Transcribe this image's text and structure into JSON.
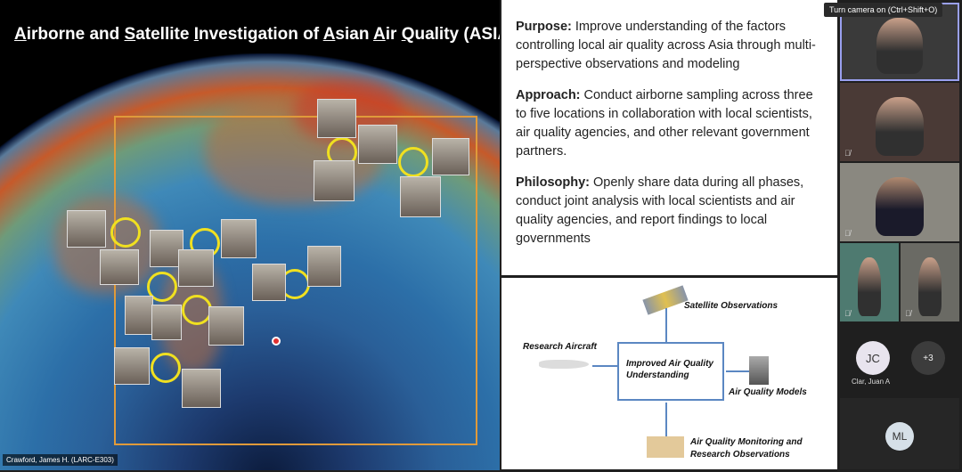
{
  "slide": {
    "title_parts": [
      [
        "A",
        "irborne and "
      ],
      [
        "S",
        "atellite "
      ],
      [
        "I",
        "nvestigation of "
      ],
      [
        "A",
        "sian "
      ],
      [
        "A",
        "ir "
      ],
      [
        "Q",
        "uality (ASIA-AQ)"
      ]
    ],
    "title": "Airborne and Satellite Investigation of Asian Air Quality (ASIA-AQ)",
    "paragraphs": [
      {
        "label": "Purpose:",
        "text": " Improve understanding of the factors controlling local air quality across Asia through multi-perspective observations and modeling"
      },
      {
        "label": "Approach:",
        "text": " Conduct airborne sampling across three to five locations in collaboration with local scientists, air quality agencies, and other relevant government partners."
      },
      {
        "label": "Philosophy:",
        "text": " Openly share data during all phases, conduct joint analysis with local scientists and air quality agencies, and report findings to local governments"
      }
    ],
    "diagram": {
      "center": "Improved Air Quality Understanding",
      "satellite": "Satellite Observations",
      "aircraft": "Research Aircraft",
      "models": "Air Quality Models",
      "monitoring": "Air Quality Monitoring and Research Observations"
    }
  },
  "presenter_tag": "Crawford, James H. (LARC-E303)",
  "tooltip": "Turn camera on (Ctrl+Shift+O)",
  "participants": {
    "jc_initials": "JC",
    "jc_name": "Clar, Juan A",
    "more": "+3",
    "ml_initials": "ML"
  },
  "colors": {
    "accent": "#5b87c2",
    "ring": "#f0e020",
    "box": "#e09a3a"
  }
}
